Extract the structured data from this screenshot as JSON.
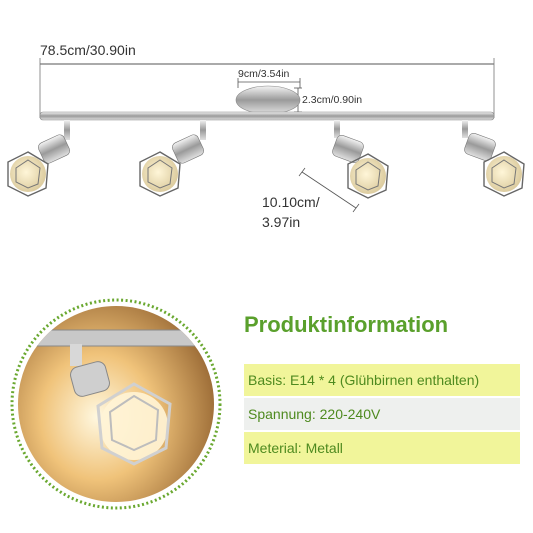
{
  "dimensions": {
    "width": "78.5cm/30.90in",
    "base": "9cm/3.54in",
    "height": "2.3cm/0.90in",
    "depth_line1": "10.10cm/",
    "depth_line2": "3.97in"
  },
  "info": {
    "heading": "Produktinformation",
    "rows": [
      "Basis: E14 * 4 (Glühbirnen enthalten)",
      "Spannung: 220-240V",
      "Meterial: Metall"
    ]
  },
  "colors": {
    "heading": "#5aa02c",
    "row_yellow": "#f1f59a",
    "row_grey": "#eef0ee",
    "ring": "#6aa830"
  }
}
